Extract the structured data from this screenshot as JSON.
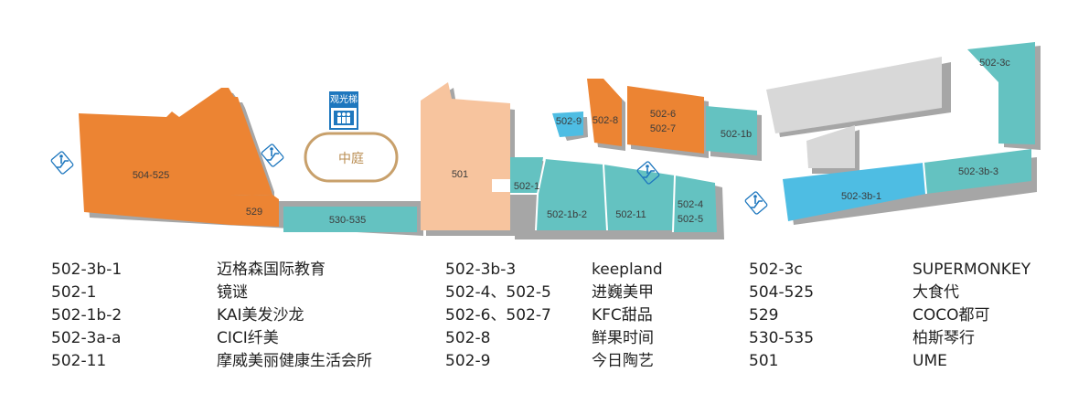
{
  "colors": {
    "orange": "#ec8433",
    "peach": "#f7c49e",
    "teal": "#64c2c1",
    "blue": "#4ebde3",
    "gray": "#d8d8d8",
    "shadow": "#a6a6a6",
    "icon_blue": "#1e77be",
    "atrium_gold": "#c8a06b"
  },
  "map": {
    "elevator_label": "观光梯",
    "atrium_label": "中庭",
    "units": {
      "u504_525": "504-525",
      "u529": "529",
      "u530_535": "530-535",
      "u501": "501",
      "u502_1": "502-1",
      "u502_1b_2": "502-1b-2",
      "u502_11": "502-11",
      "u502_4": "502-4",
      "u502_5": "502-5",
      "u502_9": "502-9",
      "u502_8": "502-8",
      "u502_6": "502-6",
      "u502_7": "502-7",
      "u502_1b": "502-1b",
      "u502_3c": "502-3c",
      "u502_3b_3": "502-3b-3",
      "u502_3b_1": "502-3b-1"
    },
    "icons": [
      "escalator-icon",
      "elevator-icon"
    ]
  },
  "legend": {
    "col1": [
      {
        "unit": "502-3b-1",
        "store": "迈格森国际教育"
      },
      {
        "unit": "502-1",
        "store": "镜谜"
      },
      {
        "unit": "502-1b-2",
        "store": "KAI美发沙龙"
      },
      {
        "unit": "502-3a-a",
        "store": "CICI纤美"
      },
      {
        "unit": "502-11",
        "store": "摩威美丽健康生活会所"
      }
    ],
    "col2": [
      {
        "unit": "502-3b-3",
        "store": "keepland"
      },
      {
        "unit": "502-4、502-5",
        "store": "进巍美甲"
      },
      {
        "unit": "502-6、502-7",
        "store": "KFC甜品"
      },
      {
        "unit": "502-8",
        "store": "鲜果时间"
      },
      {
        "unit": "502-9",
        "store": "今日陶艺"
      }
    ],
    "col3": [
      {
        "unit": "502-3c",
        "store": "SUPERMONKEY"
      },
      {
        "unit": "504-525",
        "store": "大食代"
      },
      {
        "unit": "529",
        "store": "COCO都可"
      },
      {
        "unit": "530-535",
        "store": "柏斯琴行"
      },
      {
        "unit": "501",
        "store": "UME"
      }
    ]
  }
}
